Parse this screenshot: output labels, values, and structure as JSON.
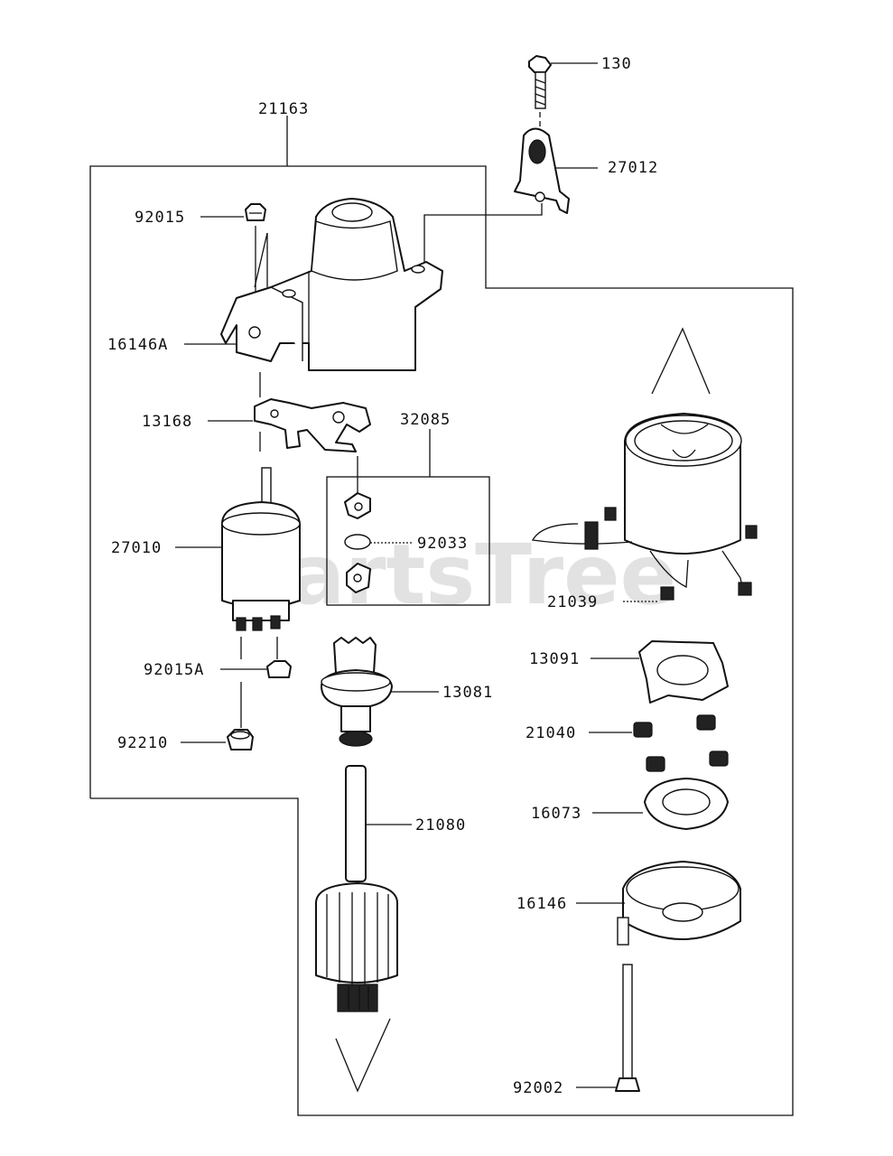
{
  "watermark": {
    "text": "PartsTree",
    "mark": "TM"
  },
  "labels": [
    {
      "id": "130",
      "text": "130"
    },
    {
      "id": "21163",
      "text": "21163"
    },
    {
      "id": "27012",
      "text": "27012"
    },
    {
      "id": "92015",
      "text": "92015"
    },
    {
      "id": "16146A",
      "text": "16146A"
    },
    {
      "id": "13168",
      "text": "13168"
    },
    {
      "id": "32085",
      "text": "32085"
    },
    {
      "id": "27010",
      "text": "27010"
    },
    {
      "id": "92033",
      "text": "92033"
    },
    {
      "id": "21039",
      "text": "21039"
    },
    {
      "id": "13091",
      "text": "13091"
    },
    {
      "id": "92015A",
      "text": "92015A"
    },
    {
      "id": "13081",
      "text": "13081"
    },
    {
      "id": "21040",
      "text": "21040"
    },
    {
      "id": "92210",
      "text": "92210"
    },
    {
      "id": "16073",
      "text": "16073"
    },
    {
      "id": "21080",
      "text": "21080"
    },
    {
      "id": "16146",
      "text": "16146"
    },
    {
      "id": "92002",
      "text": "92002"
    }
  ]
}
